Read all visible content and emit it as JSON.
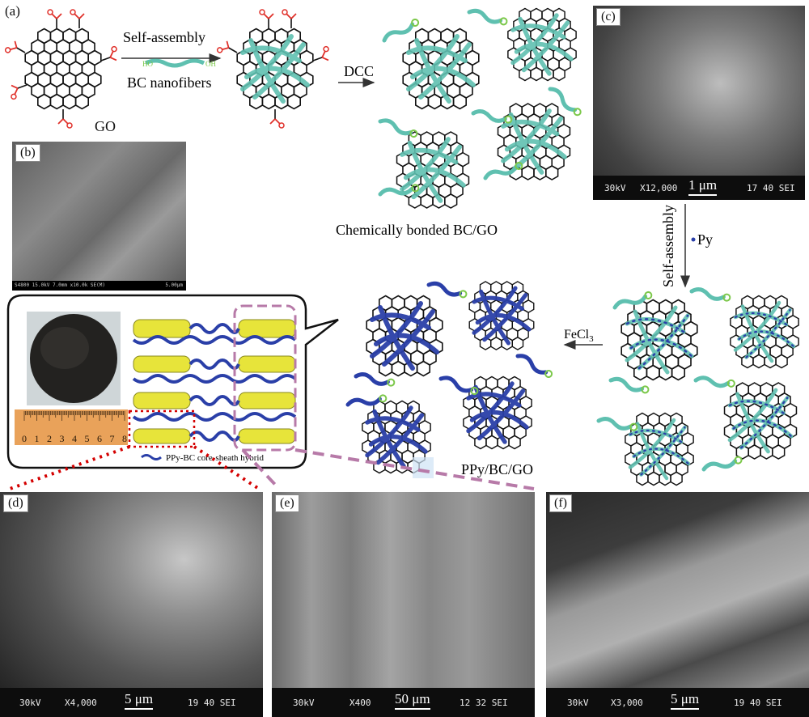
{
  "panels": {
    "a": "(a)",
    "b": "(b)",
    "c": "(c)",
    "d": "(d)",
    "e": "(e)",
    "f": "(f)"
  },
  "labels": {
    "go": "GO",
    "self_assembly_1": "Self-assembly",
    "bc_nanofibers": "BC nanofibers",
    "dcc": "DCC",
    "chem_bonded": "Chemically bonded BC/GO",
    "self_assembly_2": "Self-assembly",
    "py": "Py",
    "fecl3": "FeCl",
    "fecl3_sub": "3",
    "ppy_bc_go": "PPy/BC/GO",
    "ppy_bc_hybrid": "PPy-BC core-sheath hybrid",
    "cooh": "OH"
  },
  "ruler_ticks": [
    "0",
    "1",
    "2",
    "3",
    "4",
    "5",
    "6",
    "7",
    "8"
  ],
  "sem": {
    "b": {
      "left": "S4800 15.0kV 7.0mm x10.0k SE(M)",
      "right": "5.00μm"
    },
    "c": {
      "voltage": "30kV",
      "mag": "X12,000",
      "scale": "1 μm",
      "info": "17 40 SEI"
    },
    "d": {
      "voltage": "30kV",
      "mag": "X4,000",
      "scale": "5 μm",
      "info": "19 40 SEI"
    },
    "e": {
      "voltage": "30kV",
      "mag": "X400",
      "scale": "50 μm",
      "info": "12 32 SEI"
    },
    "f": {
      "voltage": "30kV",
      "mag": "X3,000",
      "scale": "5 μm",
      "info": "19 40 SEI"
    }
  },
  "colors": {
    "carboxyl_red": "#e0302a",
    "bc_teal": "#5fc0b0",
    "ppy_blue": "#2a3fa8",
    "hydroxyl_green": "#7cc84a",
    "dashed_magenta": "#b77aa8",
    "dotted_red": "#d40000"
  }
}
